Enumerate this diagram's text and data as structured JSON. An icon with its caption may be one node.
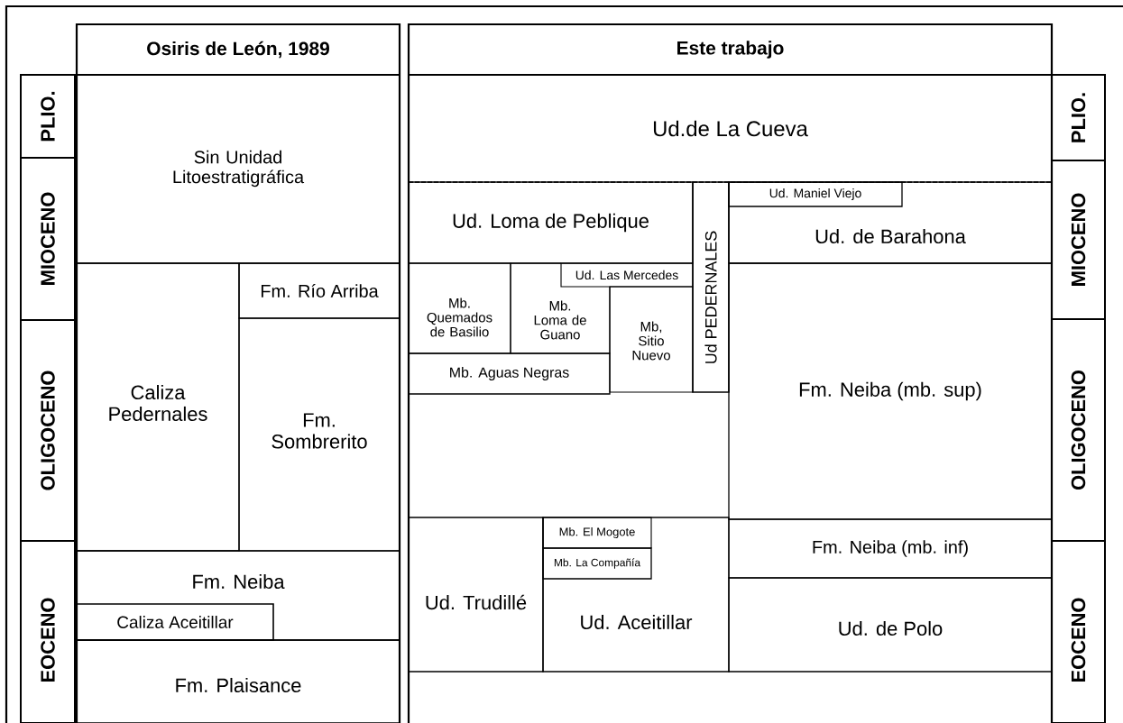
{
  "diagram": {
    "nodes": [
      {
        "text": [
          "Osiris de León, 1989"
        ]
      },
      {
        "text": [
          "Este trabajo"
        ]
      },
      {
        "text": [
          "PLIO."
        ]
      },
      {
        "text": [
          "Sin Unidad Litoestratigráfica"
        ]
      },
      {
        "text": [
          "Ud.de La Cueva"
        ]
      },
      {
        "text": [
          "PLIO."
        ]
      },
      {
        "text": [
          "MIOCENO"
        ]
      },
      {
        "text": [
          "Ud. Loma de Peblique"
        ]
      },
      {
        "text": [
          "Ud PEDERNALES"
        ]
      },
      {
        "text": [
          "Ud. de Barahona"
        ]
      },
      {
        "text": [
          "Ud. Maniel Viejo"
        ],
        "in": 9
      },
      {
        "text": [
          "MIOCENO"
        ]
      },
      {
        "text": [
          "Fm. Río Arriba"
        ]
      },
      {
        "text": [
          "Ud. Las Mercedes"
        ]
      },
      {
        "text": [
          "Mb. Quemados de Basilio"
        ]
      },
      {
        "text": [
          "Mb. Loma de Guano"
        ]
      },
      {
        "text": [
          "Mb, Sitio Nuevo"
        ]
      },
      {
        "text": [
          "Mb. Aguas Negras"
        ]
      },
      {
        "text": [
          "Fm. Neiba (mb. sup)"
        ]
      },
      {
        "text": [
          "OLIGOCENO"
        ]
      },
      {
        "text": [
          "Caliza Pedernales"
        ]
      },
      {
        "text": [
          "Fm. Sombrerito"
        ]
      },
      {
        "text": [
          "OLIGOCENO"
        ]
      },
      {
        "text": [
          "Ud. Trudillé"
        ]
      },
      {
        "text": [
          "Ud. Aceitillar"
        ]
      },
      {
        "text": [
          "Mb. El Mogote"
        ],
        "in": 24
      },
      {
        "text": [
          "Mb. La Compañía"
        ],
        "in": 24
      },
      {
        "text": [
          "Fm. Neiba (mb. inf)"
        ]
      },
      {
        "text": [
          "EOCENO"
        ]
      },
      {
        "text": [
          "Fm. Neiba"
        ]
      },
      {
        "text": [
          "Caliza Aceitillar"
        ],
        "in": 29
      },
      {
        "text": [
          "Ud. de Polo"
        ]
      },
      {
        "text": [
          "Fm. Plaisance"
        ]
      },
      {
        "text": [
          "EOCENO"
        ]
      }
    ]
  }
}
